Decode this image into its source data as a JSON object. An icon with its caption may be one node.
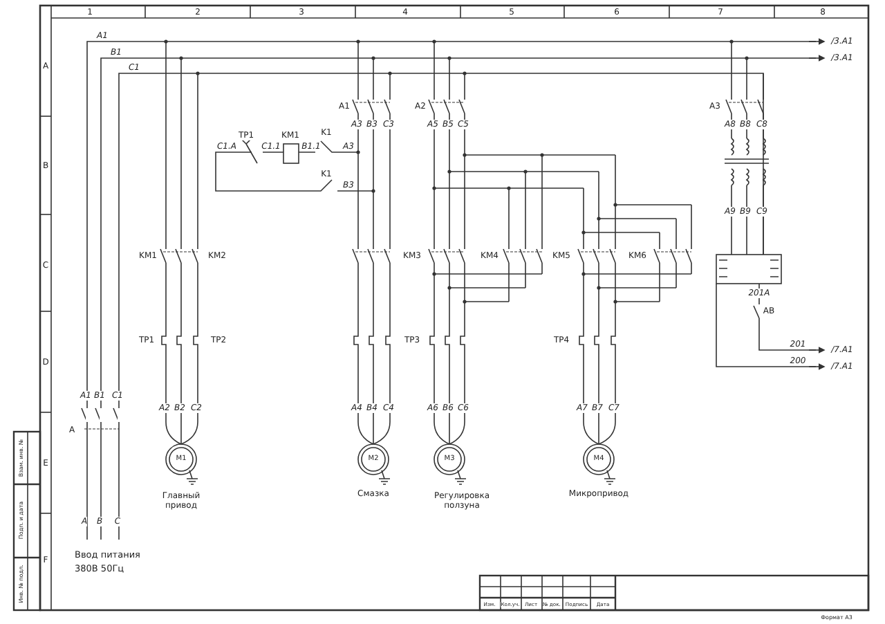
{
  "diagram": {
    "labels": [
      "1",
      "2",
      "3",
      "4",
      "5",
      "6",
      "7",
      "8",
      "A",
      "B",
      "C",
      "D",
      "E",
      "F",
      "A1",
      "B1",
      "C1",
      "/3.A1",
      "/3.A1",
      "A1",
      "A3",
      "B3",
      "C3",
      "A2",
      "A5",
      "B5",
      "C5",
      "TP1",
      "KM1",
      "C1.A",
      "C1.1",
      "B1.1",
      "K1",
      "A3",
      "K1",
      "B3",
      "A3",
      "A8",
      "B8",
      "C8",
      "A9",
      "B9",
      "C9",
      "KM1",
      "KM2",
      "KM3",
      "KM4",
      "KM5",
      "KM6",
      "201A",
      "AB",
      "201",
      "200",
      "/7.A1",
      "/7.A1",
      "TP1",
      "TP2",
      "TP3",
      "TP4",
      "A1",
      "B1",
      "C1",
      "A2",
      "B2",
      "C2",
      "A4",
      "B4",
      "C4",
      "A6",
      "B6",
      "C6",
      "A7",
      "B7",
      "C7",
      "A",
      "M1",
      "M2",
      "M3",
      "M4",
      "Главный привод",
      "Смазка",
      "Регулировка ползуна",
      "Микропривод",
      "A",
      "B",
      "C",
      "Ввод питания 380В 50Гц",
      "Взам. инв. №",
      "Подп. и дата",
      "Инв. № подл.",
      "Изм.",
      "Кол.уч.",
      "Лист",
      "№ док.",
      "Подпись",
      "Дата",
      "Формат А3"
    ]
  }
}
